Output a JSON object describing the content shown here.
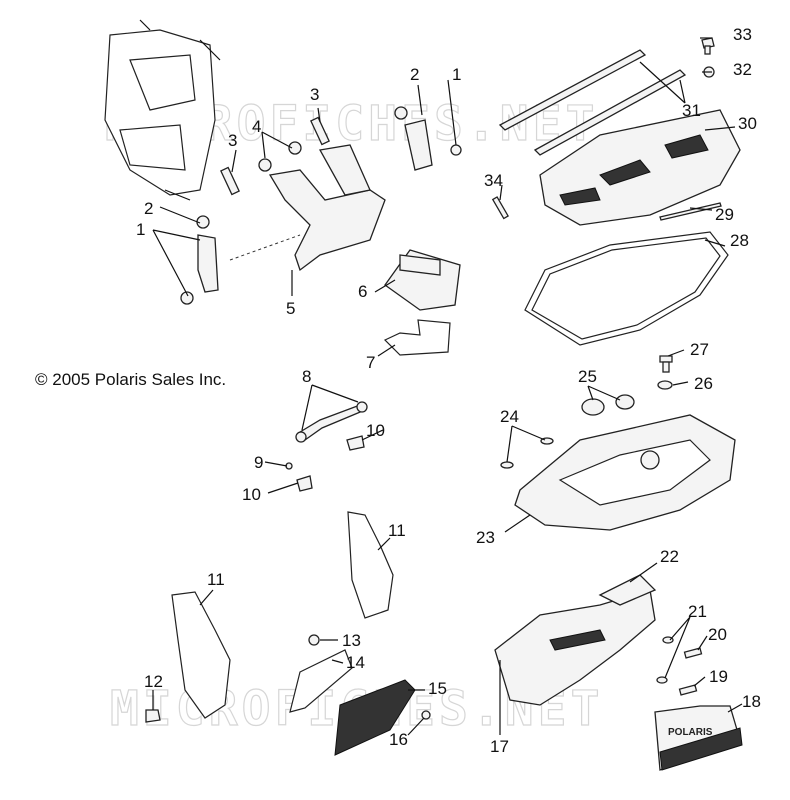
{
  "copyright": "© 2005 Polaris Sales Inc.",
  "watermark": "MICROFICHES.NET",
  "brand_text": "POLARIS",
  "callouts": [
    "33",
    "32",
    "31",
    "30",
    "34",
    "29",
    "28",
    "1",
    "2",
    "3",
    "4",
    "3",
    "2",
    "1",
    "5",
    "6",
    "7",
    "27",
    "26",
    "25",
    "24",
    "8",
    "10",
    "9",
    "10",
    "23",
    "11",
    "22",
    "11",
    "21",
    "20",
    "13",
    "14",
    "19",
    "18",
    "12",
    "15",
    "16",
    "17"
  ]
}
